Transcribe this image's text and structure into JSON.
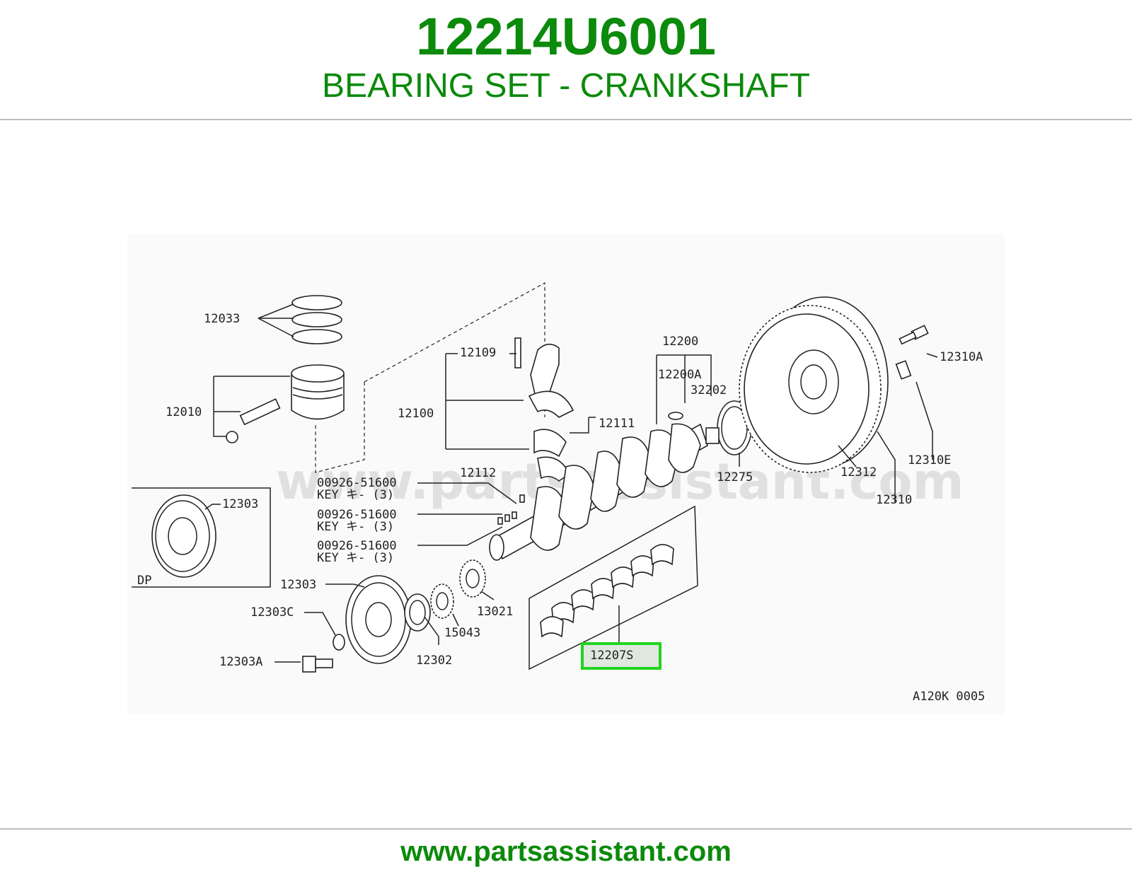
{
  "header": {
    "part_number": "12214U6001",
    "part_name": "BEARING SET - CRANKSHAFT"
  },
  "diagram": {
    "watermark": "www.partsassistant.com",
    "figure_code": "A120K 0005",
    "highlight_color": "#1fd41f",
    "labels": {
      "l12033": "12033",
      "l12010": "12010",
      "l12109": "12109",
      "l12100": "12100",
      "l12111": "12111",
      "l12112": "12112",
      "l12200": "12200",
      "l12200A": "12200A",
      "l32202": "32202",
      "l12275": "12275",
      "l12312": "12312",
      "l12310": "12310",
      "l12310A": "12310A",
      "l12310E": "12310E",
      "l12303_dp": "12303",
      "dp": "DP",
      "key1_code": "00926-51600",
      "key1_desc": "KEY キ- (3)",
      "key2_code": "00926-51600",
      "key2_desc": "KEY キ- (3)",
      "key3_code": "00926-51600",
      "key3_desc": "KEY キ- (3)",
      "l12303": "12303",
      "l12303C": "12303C",
      "l12303A": "12303A",
      "l12302": "12302",
      "l15043": "15043",
      "l13021": "13021",
      "l12207S": "12207S"
    }
  },
  "footer": {
    "url": "www.partsassistant.com"
  }
}
